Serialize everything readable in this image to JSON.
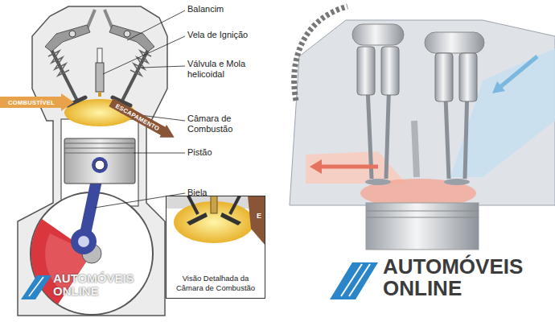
{
  "diagram": {
    "nodes": [
      {
        "text": [
          "COMBUSTÍVEL"
        ]
      },
      {
        "text": [
          "ESCAPAMENTO"
        ]
      },
      {
        "text": [
          "Visão Detalhada da Câmara de Combustão"
        ]
      }
    ],
    "labels": [
      "Balancim",
      "Vela de Ignição",
      "Válvula e Mola helicoidal",
      "Câmara de Combustão",
      "Pistão",
      "Biela",
      "E",
      "AUTOMÓVEIS ONLINE",
      "AUTOMÓVEIS ONLINE"
    ]
  }
}
